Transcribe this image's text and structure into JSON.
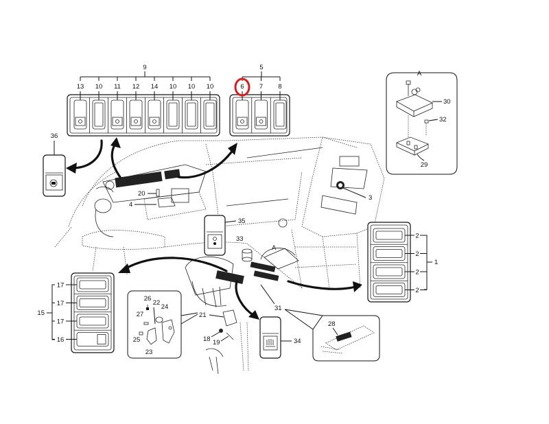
{
  "diagram": {
    "highlight_color": "#d42020",
    "top_left_panel": {
      "group_label": "9",
      "switch_labels": [
        "13",
        "10",
        "11",
        "12",
        "14",
        "10",
        "10",
        "10"
      ]
    },
    "top_right_panel": {
      "group_label": "5",
      "switch_labels": [
        "6",
        "7",
        "8"
      ],
      "highlighted": "6"
    },
    "detail_a": {
      "title": "A",
      "labels": {
        "top_plate": "30",
        "screw": "32",
        "base": "29"
      }
    },
    "right_panel": {
      "group_label": "1",
      "switch_labels": [
        "2",
        "2",
        "2",
        "2"
      ]
    },
    "left_panel": {
      "group_label": "15",
      "switch_labels": [
        "17",
        "17",
        "17",
        "16"
      ]
    },
    "single_switches": {
      "s36": "36",
      "s35": "35",
      "s34": "34"
    },
    "callouts": {
      "c20": "20",
      "c4": "4",
      "c3": "3",
      "c33": "33",
      "cA": "A",
      "c31": "31",
      "c21": "21",
      "c18": "18",
      "c19": "19",
      "c28": "28"
    },
    "inset_bracket": {
      "labels": {
        "l26": "26",
        "l22": "22",
        "l24": "24",
        "l27": "27",
        "l25": "25",
        "l23": "23"
      }
    }
  }
}
